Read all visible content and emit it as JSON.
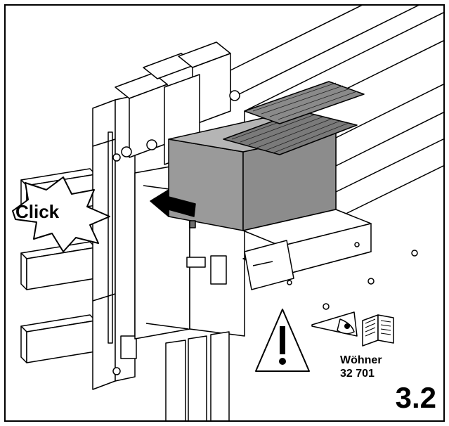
{
  "callout": {
    "label": "Click"
  },
  "reference": {
    "brand": "Wöhner",
    "part_number": "32 701"
  },
  "step": {
    "number": "3.2"
  },
  "icons": {
    "warning": "warning-triangle-icon",
    "eye": "eye-icon",
    "manual": "open-book-icon"
  },
  "colors": {
    "outline": "#000000",
    "cover_fill": "#9a9a9a",
    "cover_dark": "#6e6e6e",
    "background": "#ffffff"
  }
}
